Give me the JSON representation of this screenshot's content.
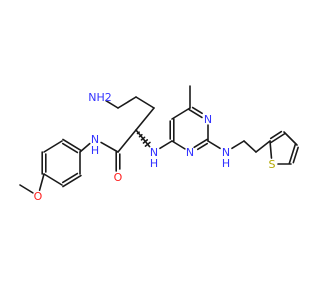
{
  "molecule": {
    "colors": {
      "bond": "#1a1a1a",
      "N": "#3333ff",
      "O": "#ff2020",
      "S": "#b3a800",
      "C": "#1a1a1a"
    },
    "labels": {
      "nh2": "NH2",
      "nh_amide": "N\nH",
      "o_methoxy": "O",
      "o_carbonyl": "O",
      "nh_alpha": "N\nH",
      "n_ring_1": "N",
      "n_ring_3": "N",
      "nh_amino": "N\nH",
      "s_thiophene": "S"
    }
  }
}
